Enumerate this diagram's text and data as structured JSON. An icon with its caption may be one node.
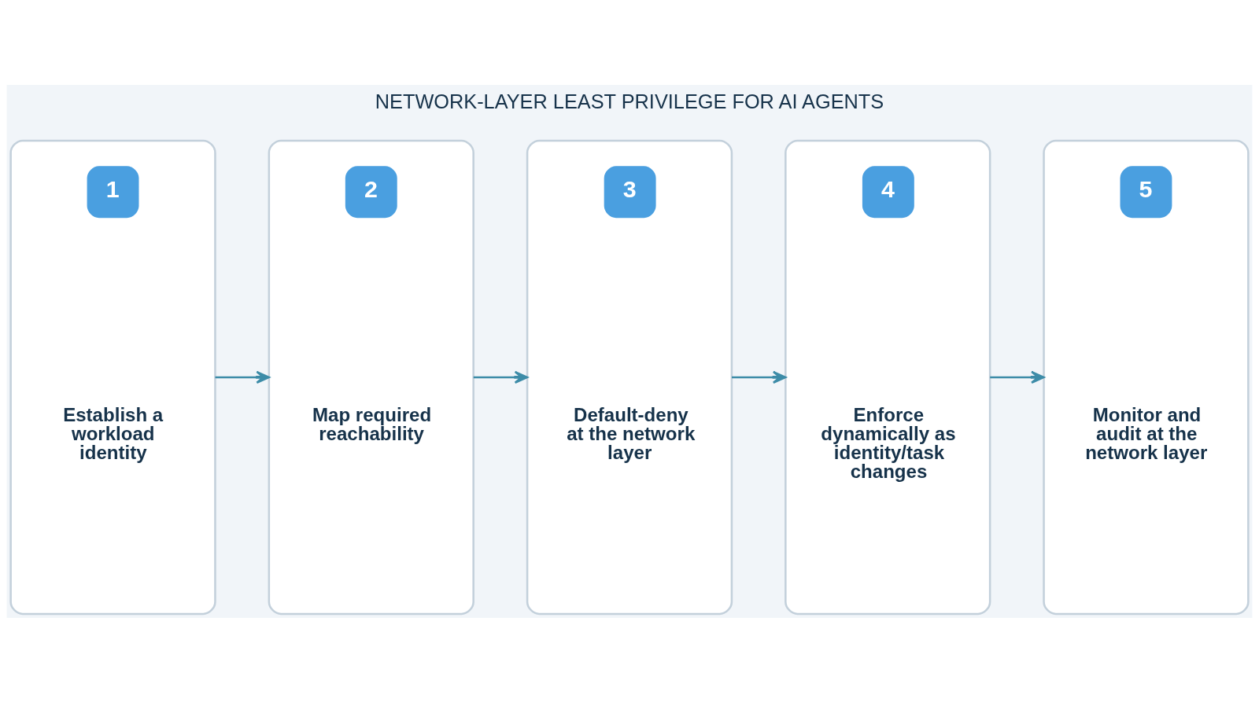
{
  "diagram": {
    "title": "NETWORK-LAYER LEAST PRIVILEGE FOR AI AGENTS",
    "nodes": [
      {
        "text": [
          "1",
          "Establish a workload identity"
        ]
      },
      {
        "text": [
          "2",
          "Map required reachability"
        ]
      },
      {
        "text": [
          "3",
          "Default-deny at the network layer"
        ]
      },
      {
        "text": [
          "4",
          "Enforce dynamically as identity/task changes"
        ]
      },
      {
        "text": [
          "5",
          "Monitor and audit at the network layer"
        ]
      }
    ],
    "edges": [
      {
        "from": 0,
        "to": 1,
        "arrow": "to"
      },
      {
        "from": 1,
        "to": 2,
        "arrow": "to"
      },
      {
        "from": 2,
        "to": 3,
        "arrow": "to"
      },
      {
        "from": 3,
        "to": 4,
        "arrow": "to"
      }
    ]
  }
}
